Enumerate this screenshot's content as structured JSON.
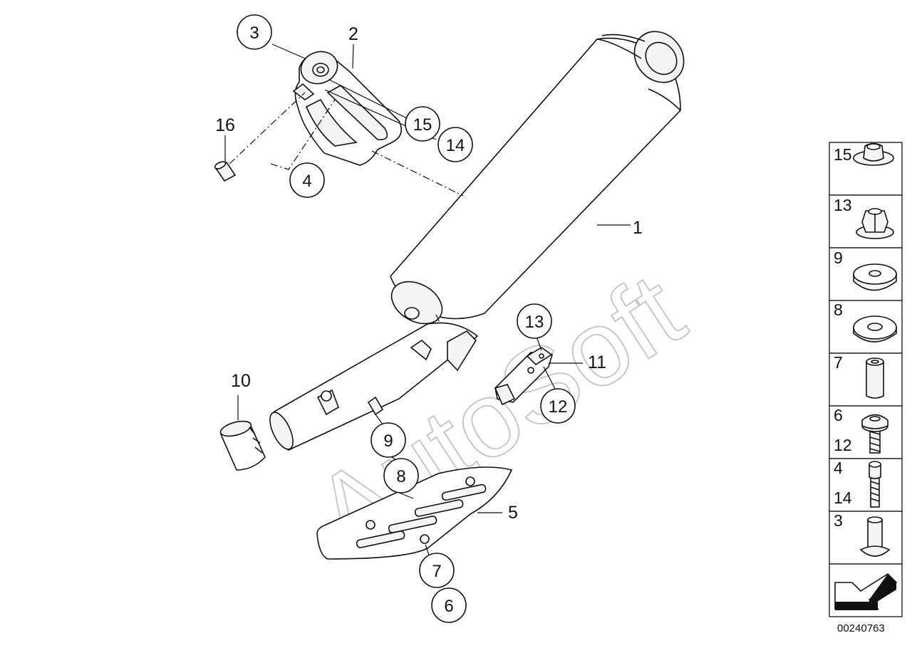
{
  "watermark": "AutoSoft",
  "callouts": {
    "c3": "3",
    "c2": "2",
    "c16": "16",
    "c15": "15",
    "c14": "14",
    "c4": "4",
    "c1": "1",
    "c13": "13",
    "c11": "11",
    "c12": "12",
    "c10": "10",
    "c9": "9",
    "c8": "8",
    "c5": "5",
    "c7": "7",
    "c6": "6"
  },
  "legend": [
    {
      "labels": [
        "15"
      ],
      "icon": "flange-nut-icon"
    },
    {
      "labels": [
        "13"
      ],
      "icon": "hex-nut-icon"
    },
    {
      "labels": [
        "9"
      ],
      "icon": "rubber-washer-icon"
    },
    {
      "labels": [
        "8"
      ],
      "icon": "washer-icon"
    },
    {
      "labels": [
        "7"
      ],
      "icon": "spacer-sleeve-icon"
    },
    {
      "labels": [
        "6",
        "12"
      ],
      "icon": "torx-screw-icon"
    },
    {
      "labels": [
        "4",
        "14"
      ],
      "icon": "socket-cap-screw-icon"
    },
    {
      "labels": [
        "3"
      ],
      "icon": "collar-screw-icon"
    },
    {
      "labels": [],
      "icon": "direction-arrow-icon"
    }
  ],
  "diagram_code": "00240763"
}
